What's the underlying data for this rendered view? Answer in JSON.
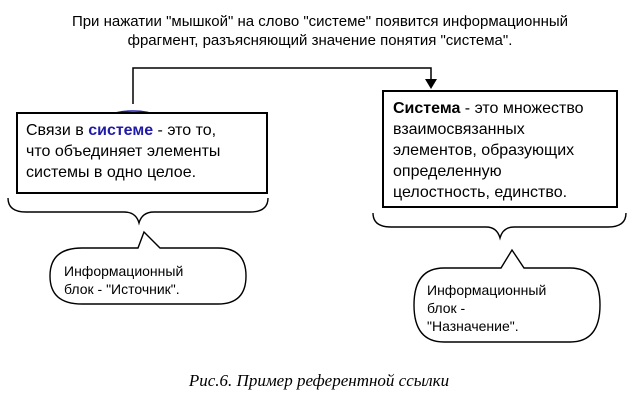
{
  "intro": {
    "line1": "При нажатии \"мышкой\" на слово \"системе\" появится информационный",
    "line2": "фрагмент, разъясняющий значение понятия \"система\"."
  },
  "source_box": {
    "line1_before": "Связи в ",
    "link_word": "системе",
    "line1_after": " - это то,",
    "line2": "что объединяет элементы",
    "line3": "системы в одно целое."
  },
  "target_box": {
    "term": "Система",
    "line1_after": " - это множество",
    "line2": "взаимосвязанных",
    "line3": "элементов, образующих",
    "line4": "определенную",
    "line5": "целостность, единство."
  },
  "source_note": {
    "line1": "Информационный",
    "line2": "блок - \"Источник\"."
  },
  "target_note": {
    "line1": "Информационный",
    "line2": "блок -",
    "line3": "\"Назначение\"."
  },
  "caption": "Рис.6. Пример референтной ссылки",
  "colors": {
    "link_word": "#1f1aa8",
    "link_ellipse": "#1f1aa8",
    "lines": "#000000"
  }
}
